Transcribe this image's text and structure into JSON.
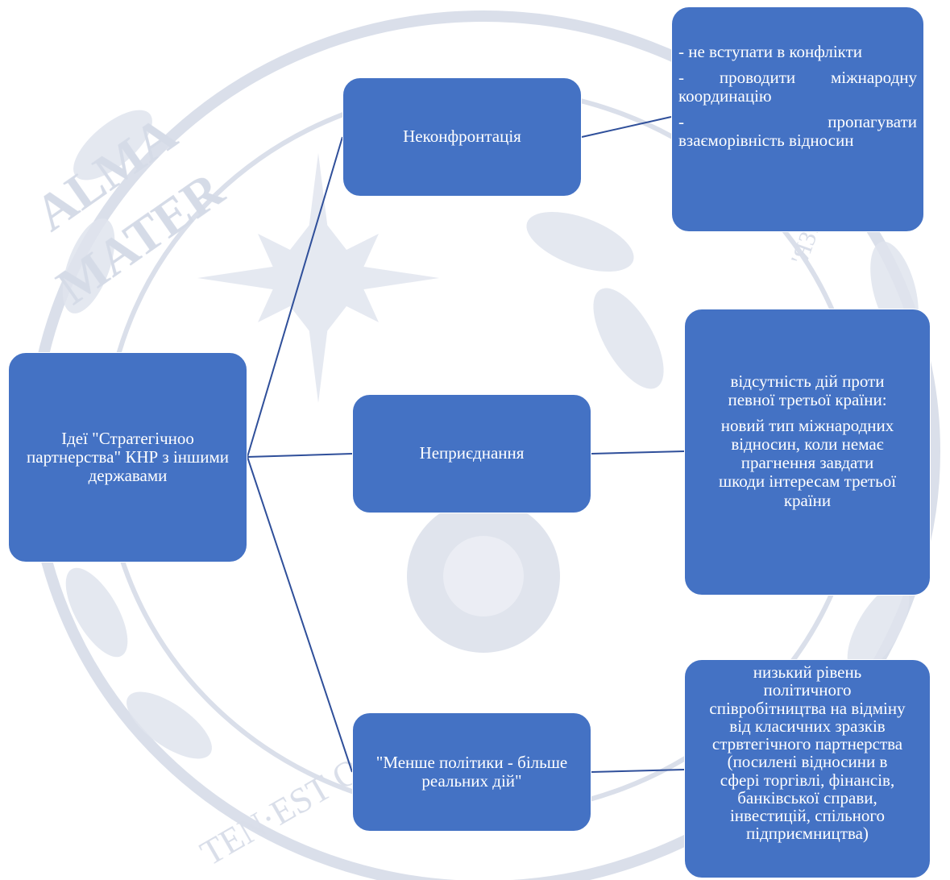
{
  "watermark": {
    "text_top": "ALMA",
    "text_bottom": "MATER",
    "motto": "TEN·EST O",
    "side_text": "'ЯЗУ"
  },
  "colors": {
    "node_fill": "#4472c4",
    "node_text": "#ffffff",
    "connector": "#2f4f9a",
    "watermark": "#d3d9e6"
  },
  "root": {
    "lines": [
      "Ідеї \"Стратегічноо",
      "партнерства\" КНР з",
      "іншими державами"
    ]
  },
  "branches": [
    {
      "label": "Неконфронтація",
      "detail": [
        "- не вступати в конфлікти",
        "- проводити міжнародну",
        "координацію",
        "- пропагувати",
        "взаєморівність відносин"
      ]
    },
    {
      "label": "Неприєднання",
      "detail": [
        "відсутність дій проти",
        "певної третьої країни:",
        "новий тип міжнародних",
        "відносин, коли немає",
        "прагнення завдати",
        "шкоди інтересам третьої",
        "країни"
      ]
    },
    {
      "label_lines": [
        "\"Менше політики - більше",
        "реальних дій\""
      ],
      "detail": [
        "низький рівень",
        "політичного",
        "співробітництва на відміну",
        "від класичних зразків",
        "стрвтегічного партнерства",
        "(посилені відносини в",
        "сфері торгівлі, фінансів,",
        "банківської справи,",
        "інвестицій, спільного",
        "підприємництва)"
      ]
    }
  ]
}
